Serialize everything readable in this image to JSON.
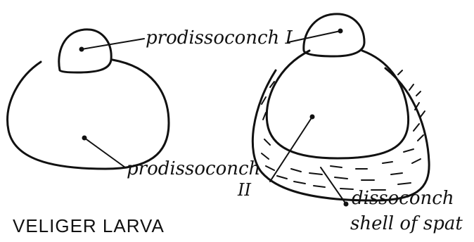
{
  "labels": {
    "prodissoconch_1": "prodissoconch I",
    "prodissoconch_2_line1": "prodissoconch",
    "prodissoconch_2_line2": "II",
    "dissoconch_line1": "dissoconch",
    "dissoconch_line2": "shell of spat"
  },
  "captions": {
    "left": "VELIGER LARVA"
  },
  "colors": {
    "ink": "#111111",
    "background": "#ffffff"
  }
}
